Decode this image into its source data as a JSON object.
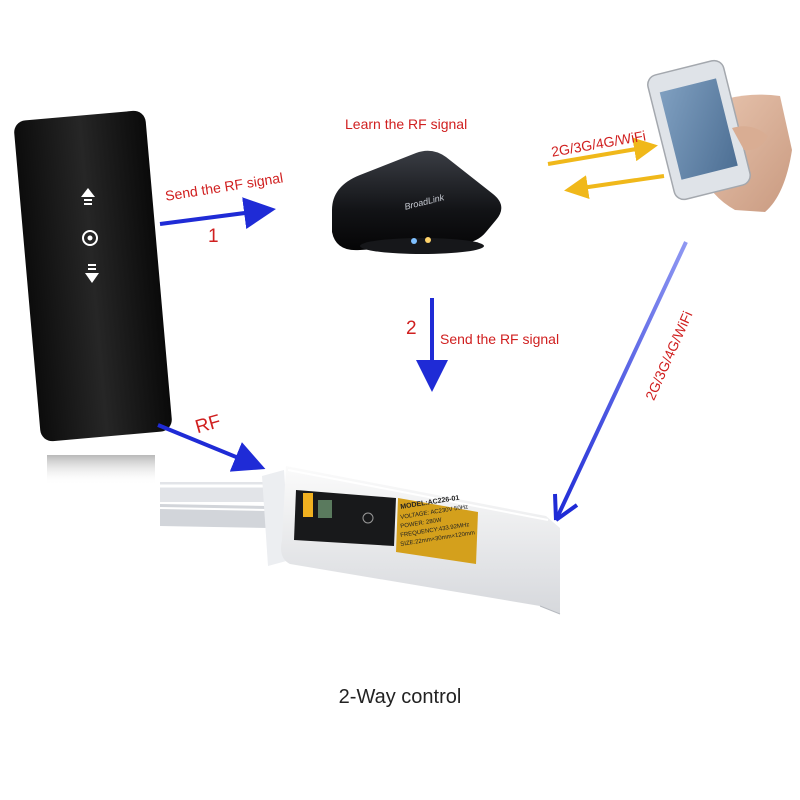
{
  "labels": {
    "learn_rf": "Learn the RF signal",
    "send_rf_1": "Send the RF signal",
    "send_rf_2": "Send the RF signal",
    "step_1": "1",
    "step_2": "2",
    "rf": "RF",
    "network_top": "2G/3G/4G/WiFi",
    "network_diag": "2G/3G/4G/WiFi"
  },
  "hub": {
    "brand": "BroadLink"
  },
  "controller": {
    "model": "MODEL:AC226-01",
    "voltage": "VOLTAGE: AC230V 50Hz",
    "power": "POWER: 280W",
    "frequency": "FREQUENCY:433.92MHz",
    "size": "SIZE:22mm×30mm×120mm"
  },
  "caption": "2-Way control",
  "colors": {
    "blue_arrow": "#1f2bd6",
    "yellow_arrow": "#f0b81a",
    "red_text": "#d01f1f"
  }
}
